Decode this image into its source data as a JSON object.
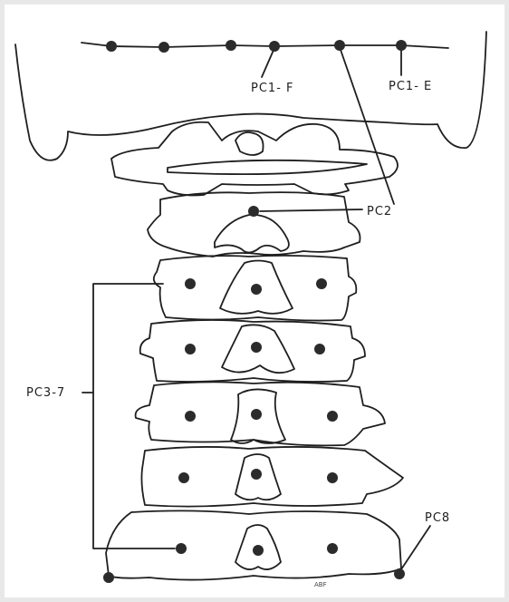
{
  "diagram": {
    "labels": {
      "pc1_f": "PC1- F",
      "pc1_e": "PC1- E",
      "pc2": "PC2",
      "pc3_7": "PC3-7",
      "pc8": "PC8"
    },
    "signature": "ABF"
  }
}
